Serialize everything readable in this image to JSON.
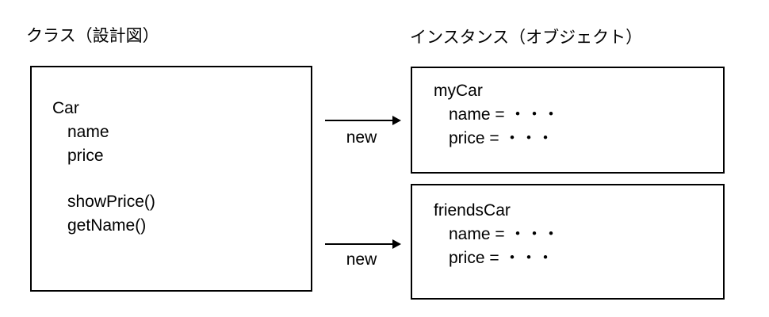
{
  "left": {
    "heading": "クラス（設計図）",
    "class_box": {
      "name": "Car",
      "fields": [
        "name",
        "price"
      ],
      "methods": [
        "showPrice()",
        "getName()"
      ]
    }
  },
  "right": {
    "heading": "インスタンス（オブジェクト）",
    "instances": [
      {
        "name": "myCar",
        "fields": [
          "name = ・・・",
          "price = ・・・"
        ]
      },
      {
        "name": "friendsCar",
        "fields": [
          "name = ・・・",
          "price = ・・・"
        ]
      }
    ]
  },
  "arrows": [
    {
      "label": "new"
    },
    {
      "label": "new"
    }
  ],
  "colors": {
    "text": "#000000",
    "border": "#000000",
    "background": "#ffffff"
  }
}
